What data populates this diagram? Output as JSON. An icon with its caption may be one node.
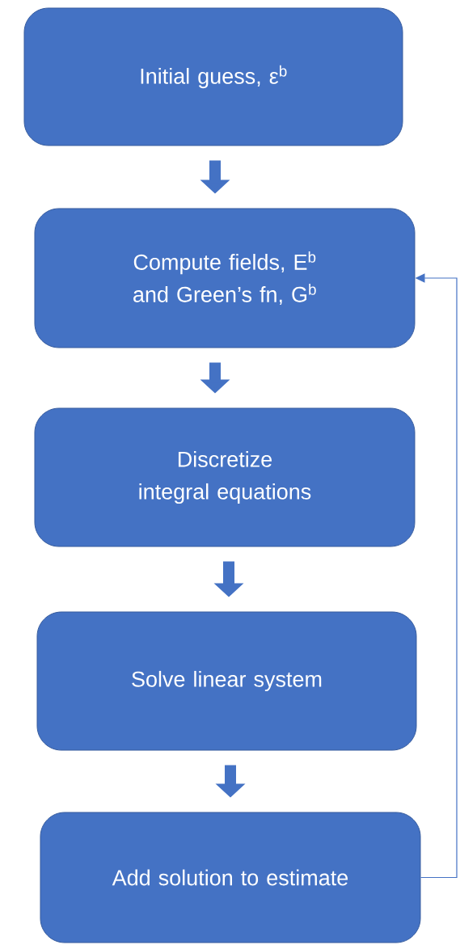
{
  "diagram": {
    "nodes": [
      {
        "text": [
          "Initial guess, ε$^{b}$"
        ]
      },
      {
        "text": [
          "Compute fields, E$^{b}$ and Green’s fn, G$^{b}$"
        ]
      },
      {
        "text": [
          "Discretize integral equations"
        ]
      },
      {
        "text": [
          "Solve linear system"
        ]
      },
      {
        "text": [
          "Add solution to estimate"
        ]
      }
    ],
    "edges": [
      {
        "from": 0,
        "to": 1,
        "arrow": "to"
      },
      {
        "from": 1,
        "to": 2,
        "arrow": "to"
      },
      {
        "from": 2,
        "to": 3,
        "arrow": "to"
      },
      {
        "from": 3,
        "to": 4,
        "arrow": "to"
      },
      {
        "from": 4,
        "to": 1,
        "arrow": "to"
      }
    ]
  }
}
